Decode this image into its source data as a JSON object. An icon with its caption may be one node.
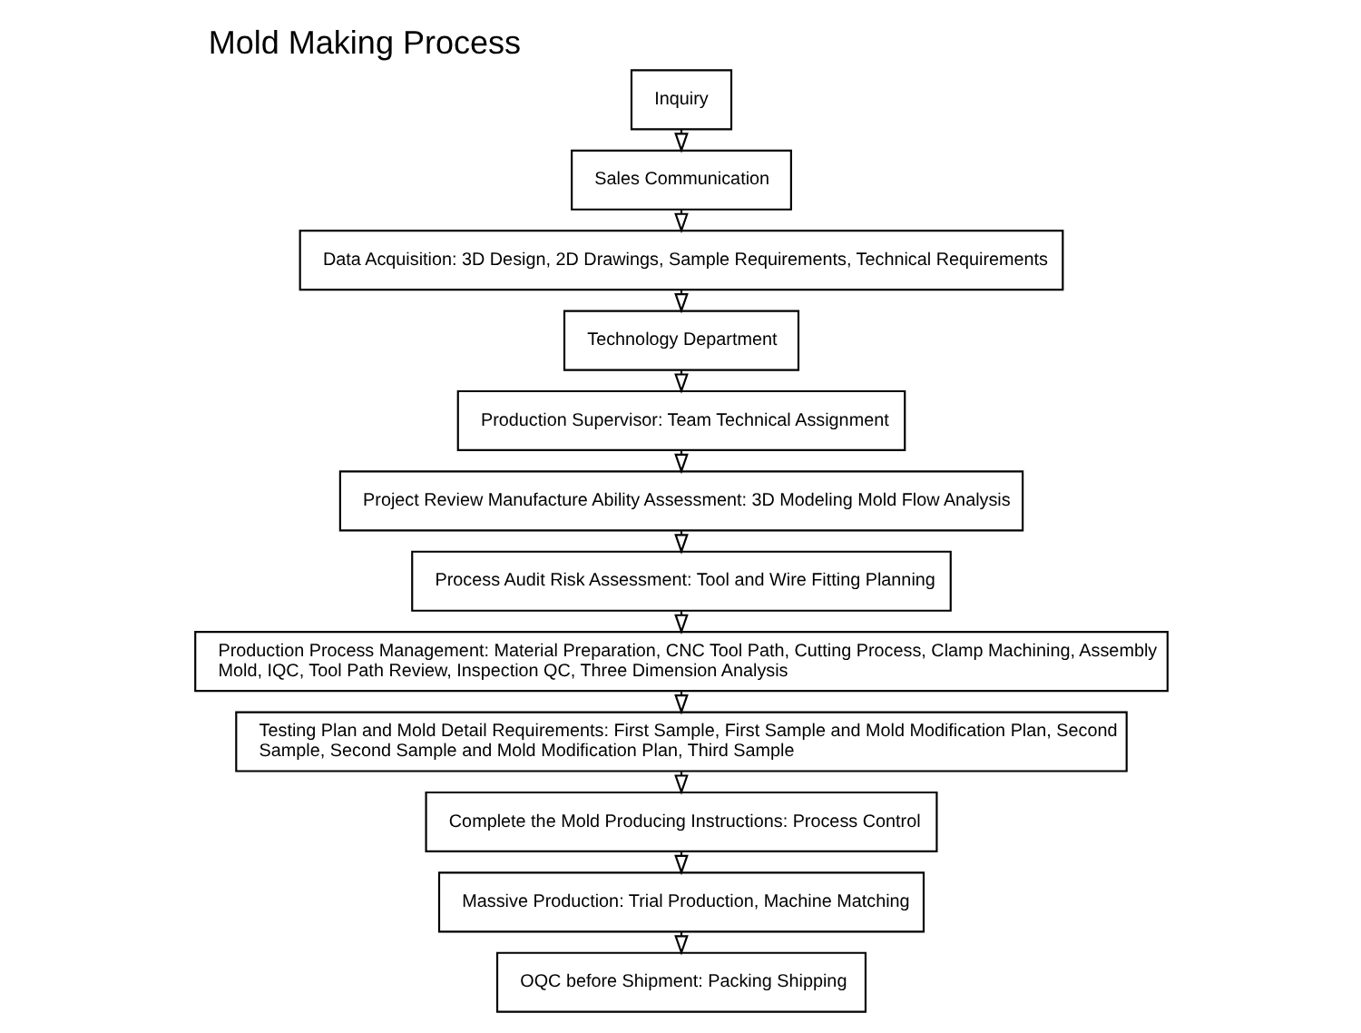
{
  "diagram": {
    "title": "Mold Making Process",
    "nodes": [
      {
        "text": [
          "Inquiry"
        ]
      },
      {
        "text": [
          "Sales Communication"
        ]
      },
      {
        "text": [
          "Data Acquisition: 3D Design, 2D Drawings, Sample Requirements, Technical Requirements"
        ]
      },
      {
        "text": [
          "Technology Department"
        ]
      },
      {
        "text": [
          "Production Supervisor: Team Technical Assignment"
        ]
      },
      {
        "text": [
          "Project Review Manufacture Ability Assessment: 3D Modeling Mold Flow Analysis"
        ]
      },
      {
        "text": [
          "Process Audit Risk Assessment: Tool and Wire Fitting Planning"
        ]
      },
      {
        "text": [
          "Production Process Management: Material Preparation, CNC Tool Path, Cutting Process, Clamp Machining, Assembly Mold, IQC, Tool Path Review, Inspection QC, Three Dimension Analysis"
        ]
      },
      {
        "text": [
          "Testing Plan and Mold Detail Requirements: First Sample, First Sample and Mold Modification Plan, Second Sample, Second Sample and Mold Modification Plan, Third Sample"
        ]
      },
      {
        "text": [
          "Complete the Mold Producing Instructions: Process Control"
        ]
      },
      {
        "text": [
          "Massive Production: Trial Production, Machine Matching"
        ]
      },
      {
        "text": [
          "OQC before Shipment: Packing Shipping"
        ]
      }
    ],
    "edges": [
      {
        "from": 0,
        "to": 1,
        "arrow": "to"
      },
      {
        "from": 1,
        "to": 2,
        "arrow": "to"
      },
      {
        "from": 2,
        "to": 3,
        "arrow": "to"
      },
      {
        "from": 3,
        "to": 4,
        "arrow": "to"
      },
      {
        "from": 4,
        "to": 5,
        "arrow": "to"
      },
      {
        "from": 5,
        "to": 6,
        "arrow": "to"
      },
      {
        "from": 6,
        "to": 7,
        "arrow": "to"
      },
      {
        "from": 7,
        "to": 8,
        "arrow": "to"
      },
      {
        "from": 8,
        "to": 9,
        "arrow": "to"
      },
      {
        "from": 9,
        "to": 10,
        "arrow": "to"
      },
      {
        "from": 10,
        "to": 11,
        "arrow": "to"
      }
    ]
  }
}
